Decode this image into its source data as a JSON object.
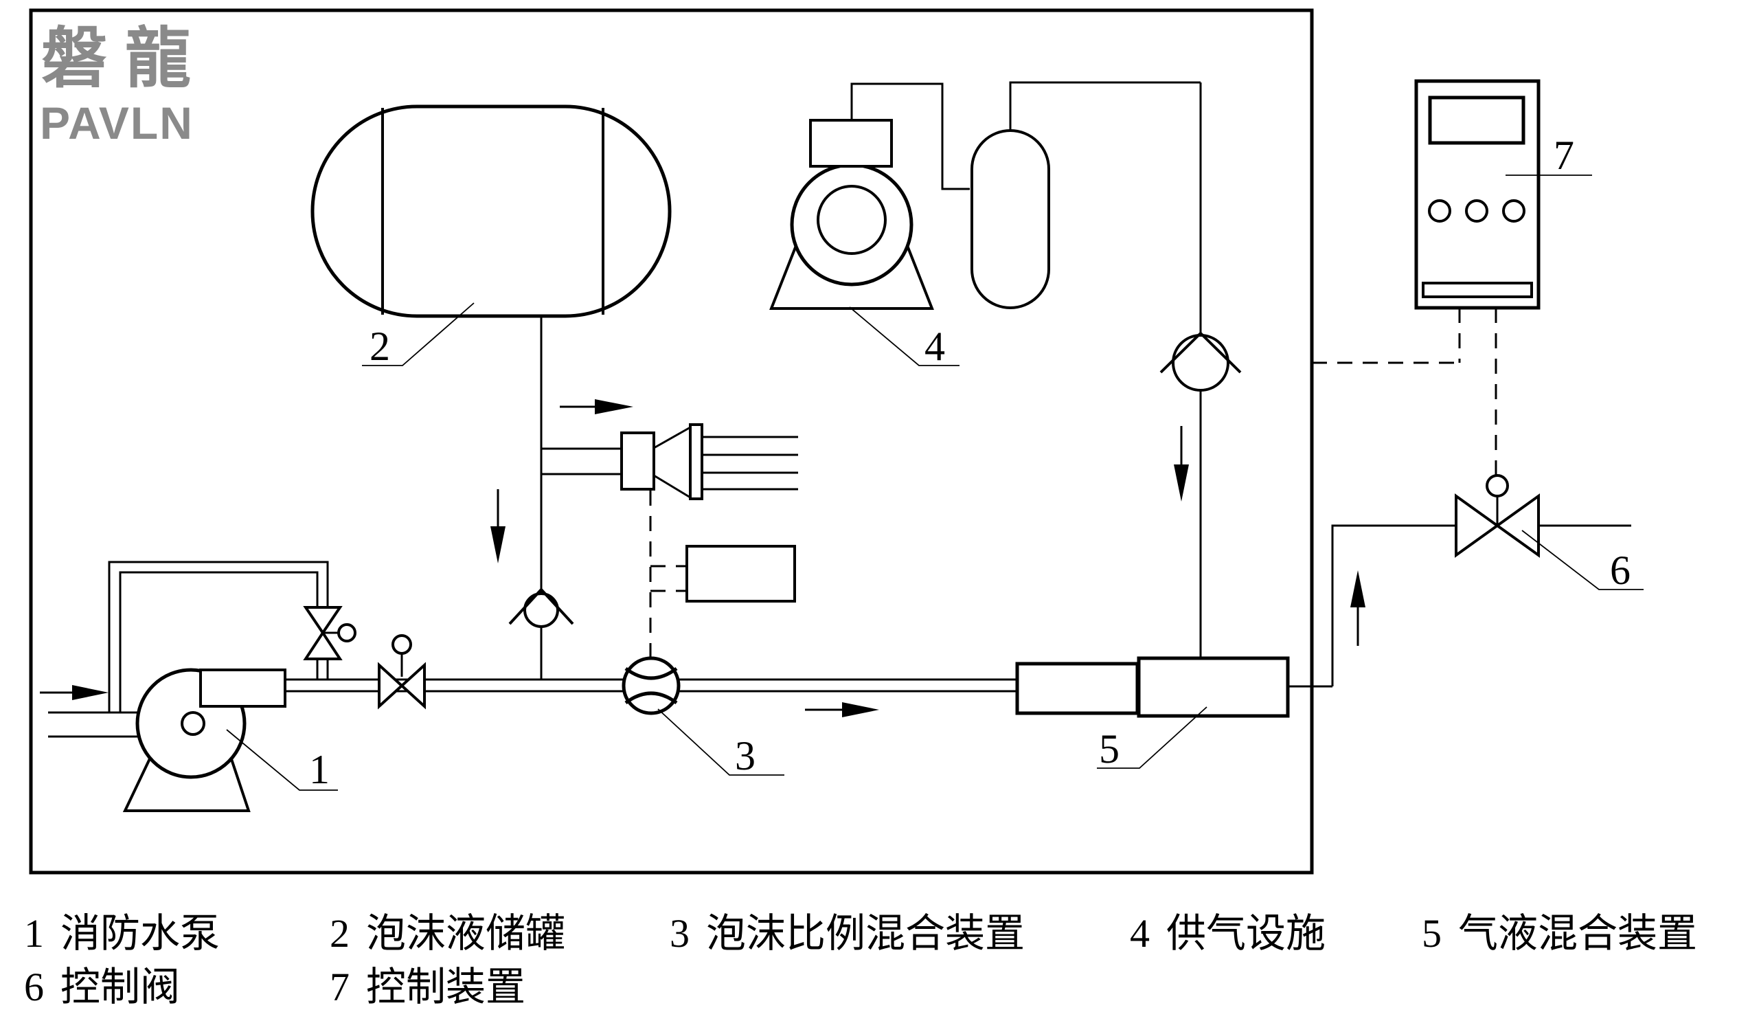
{
  "colors": {
    "ink": "#000000",
    "logo_gray": "#8a8a8a",
    "background": "#ffffff"
  },
  "logo": {
    "cjk": "磐龍",
    "latin": "PAVLN"
  },
  "parts": {
    "p1": "1",
    "p2": "2",
    "p3": "3",
    "p4": "4",
    "p5": "5",
    "p6": "6",
    "p7": "7"
  },
  "legend": {
    "row1": [
      {
        "num": "1",
        "label": "消防水泵"
      },
      {
        "num": "2",
        "label": "泡沫液储罐"
      },
      {
        "num": "3",
        "label": "泡沫比例混合装置"
      },
      {
        "num": "4",
        "label": "供气设施"
      },
      {
        "num": "5",
        "label": "气液混合装置"
      }
    ],
    "row2": [
      {
        "num": "6",
        "label": "控制阀"
      },
      {
        "num": "7",
        "label": "控制装置"
      }
    ]
  }
}
